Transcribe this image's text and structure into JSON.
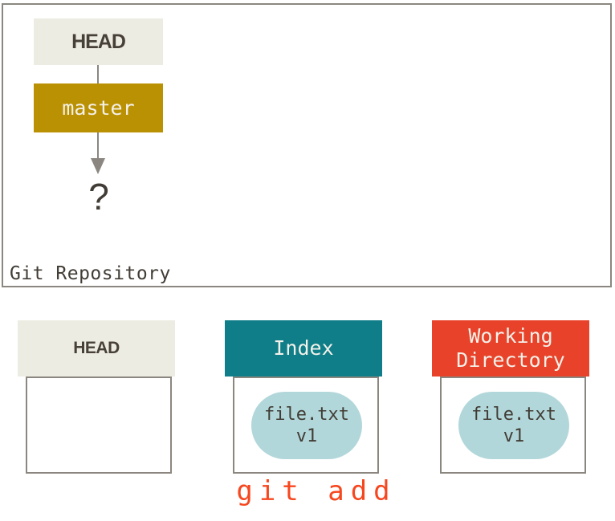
{
  "colors": {
    "beige": "#edece2",
    "gold": "#bb9104",
    "teal": "#0f7e88",
    "red": "#e8432a",
    "blob-blue": "#b2d7da",
    "text-dark": "#413c35",
    "text-light": "#f4f1ea",
    "border-gray": "#8b867f",
    "arrow-gray": "#8b8680",
    "command-red": "#f6471f"
  },
  "repository": {
    "label": "Git Repository",
    "head": "HEAD",
    "branch": "master",
    "question": "?"
  },
  "columns": [
    {
      "id": "head",
      "title": "HEAD"
    },
    {
      "id": "index",
      "title": "Index",
      "file": {
        "name": "file.txt",
        "version": "v1"
      }
    },
    {
      "id": "working-directory",
      "title_line1": "Working",
      "title_line2": "Directory",
      "file": {
        "name": "file.txt",
        "version": "v1"
      }
    }
  ],
  "command": "git add"
}
